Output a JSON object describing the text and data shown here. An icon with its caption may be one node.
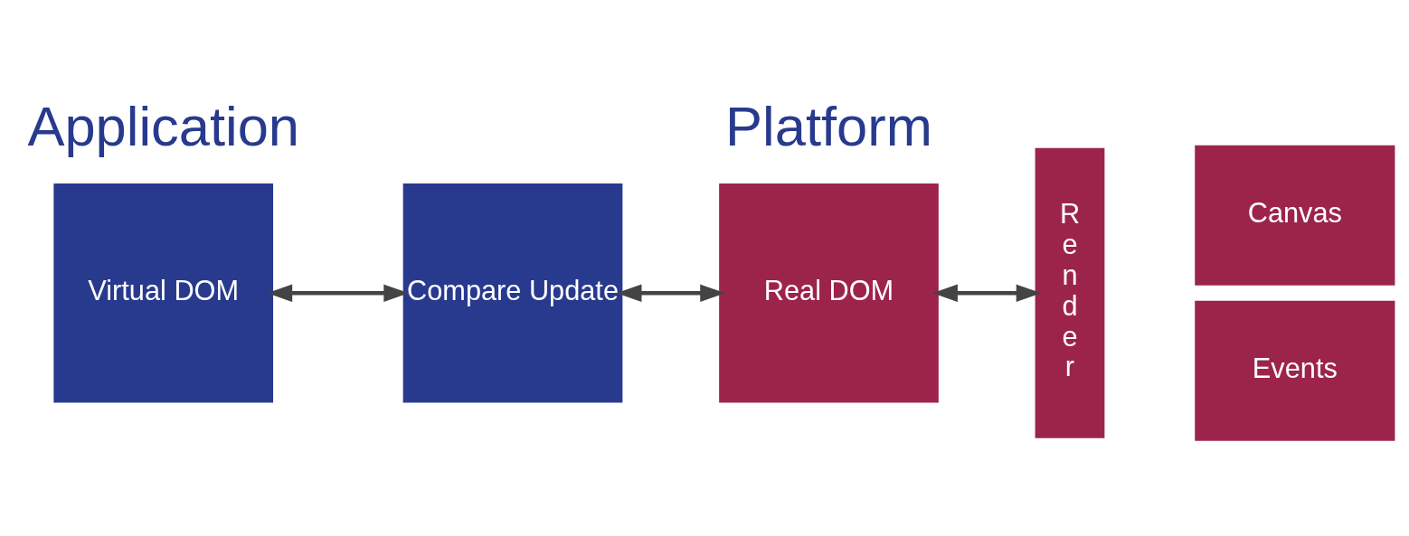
{
  "diagram": {
    "nodes": [
      {
        "text": [
          "Virtual DOM"
        ]
      },
      {
        "text": [
          "Compare Update"
        ]
      },
      {
        "text": [
          "Real DOM"
        ]
      },
      {
        "text": [
          "Render"
        ]
      },
      {
        "text": [
          "Canvas"
        ]
      },
      {
        "text": [
          "Events"
        ]
      }
    ],
    "edges": [
      {
        "from": 0,
        "to": 1,
        "arrow": "both"
      },
      {
        "from": 1,
        "to": 2,
        "arrow": "both"
      },
      {
        "from": 2,
        "to": 3,
        "arrow": "both"
      }
    ],
    "labels": [
      "Application",
      "Platform"
    ]
  }
}
